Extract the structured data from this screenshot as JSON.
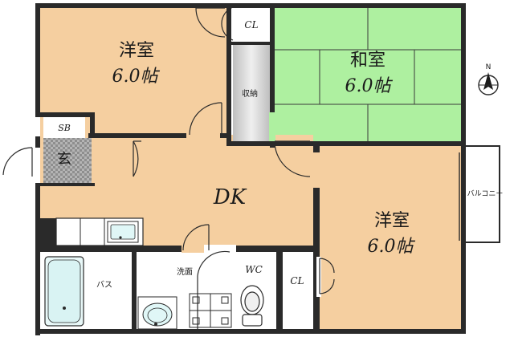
{
  "rooms": {
    "western_room_top": {
      "name": "洋室",
      "size": "6.0帖"
    },
    "japanese_room": {
      "name": "和室",
      "size": "6.0帖"
    },
    "western_room_bottom": {
      "name": "洋室",
      "size": "6.0帖"
    },
    "dining_kitchen": {
      "name": "DK"
    }
  },
  "labels": {
    "closet_top": "CL",
    "closet_bottom": "CL",
    "storage": "収納",
    "shoe_box": "SB",
    "entrance": "玄",
    "bath": "バス",
    "washroom": "洗面",
    "toilet": "WC",
    "balcony": "バルコニー"
  },
  "compass": {
    "north_label": "N"
  },
  "colors": {
    "western_floor": "#f5cfa0",
    "japanese_floor": "#aef0a0",
    "wall": "#2a2a2a",
    "storage_fill": "#d6d6d6",
    "entrance_tile": "#9a9a9a"
  },
  "icons": {
    "compass": "north-arrow-icon",
    "toilet": "toilet-icon",
    "sink": "sink-icon",
    "bathtub": "bathtub-icon",
    "washbasin": "washbasin-icon",
    "washing_machine": "washing-machine-icon"
  }
}
